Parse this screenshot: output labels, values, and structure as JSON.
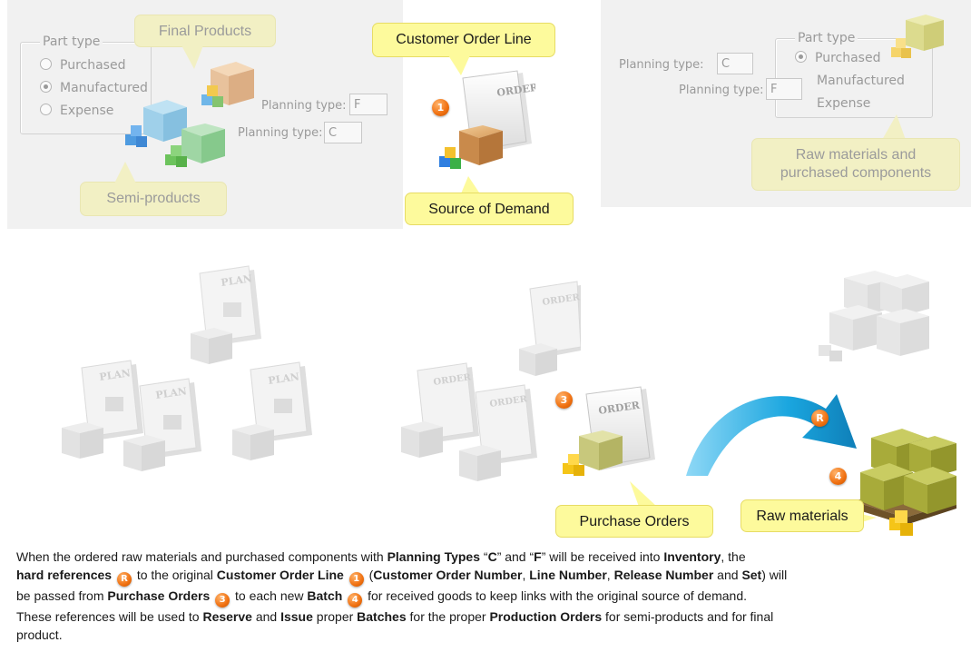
{
  "panels": {
    "left_form": {
      "group_title": "Part type",
      "options": [
        "Purchased",
        "Manufactured",
        "Expense"
      ],
      "selected_option": "Manufactured",
      "planning_label": "Planning type:",
      "planning_value_f": "F",
      "planning_value_c": "C",
      "callout_final": "Final Products",
      "callout_semi": "Semi-products"
    },
    "right_form": {
      "group_title": "Part type",
      "options": [
        "Purchased",
        "Manufactured",
        "Expense"
      ],
      "selected_option": "Purchased",
      "planning_label": "Planning type:",
      "planning_value_c": "C",
      "planning_value_f": "F",
      "callout_raw_line1": "Raw materials and",
      "callout_raw_line2": "purchased components"
    }
  },
  "center_top": {
    "callout_top": "Customer Order Line",
    "callout_bottom": "Source of Demand",
    "doc_label": "ORDER",
    "badge": "1"
  },
  "plans": {
    "doc_label": "PLAN"
  },
  "orders": {
    "doc_label": "ORDER",
    "badge": "3",
    "callout": "Purchase Orders"
  },
  "raw": {
    "badge_r": "R",
    "badge_4": "4",
    "callout": "Raw materials"
  },
  "colors": {
    "callout_fill": "#fdfa9c",
    "callout_pale": "#f2f0c4",
    "badge_orange": "#f07010",
    "arrow_blue": "#1aa6df",
    "box_brown": "#c98a4b",
    "box_olive": "#a3a632",
    "box_blue": "#58a6d8",
    "box_green": "#7fc07a",
    "panel_grey": "#f1f1f1"
  },
  "icons": [
    "order-document-icon",
    "plan-document-icon",
    "cardboard-box-icon",
    "pallet-icon",
    "curved-arrow-icon",
    "cube-stack-icon"
  ],
  "description": {
    "s1": "When the ordered raw materials and purchased components with ",
    "s2": "Planning Types",
    "s3": " “",
    "s4": "C",
    "s5": "” and “",
    "s6": "F",
    "s7": "” will be received into ",
    "s8": "Inventory",
    "s9": ", the",
    "s10": "hard references",
    "s11": " to the original ",
    "s12": "Customer Order Line",
    "s13": " (",
    "s14": "Customer Order Number",
    "s15": ", ",
    "s16": "Line Number",
    "s17": ", ",
    "s18": "Release Number",
    "s19": " and ",
    "s20": "Set",
    "s21": ") will",
    "s22": "be passed from ",
    "s23": "Purchase Orders",
    "s24": " to each new ",
    "s25": "Batch",
    "s26": " for received goods to keep links with the original source of demand.",
    "s27": "These references will be used to ",
    "s28": "Reserve",
    "s29": " and ",
    "s30": "Issue",
    "s31": " proper ",
    "s32": "Batches",
    "s33": " for the proper ",
    "s34": "Production Orders",
    "s35": " for semi-products and for final",
    "s36": "product."
  }
}
